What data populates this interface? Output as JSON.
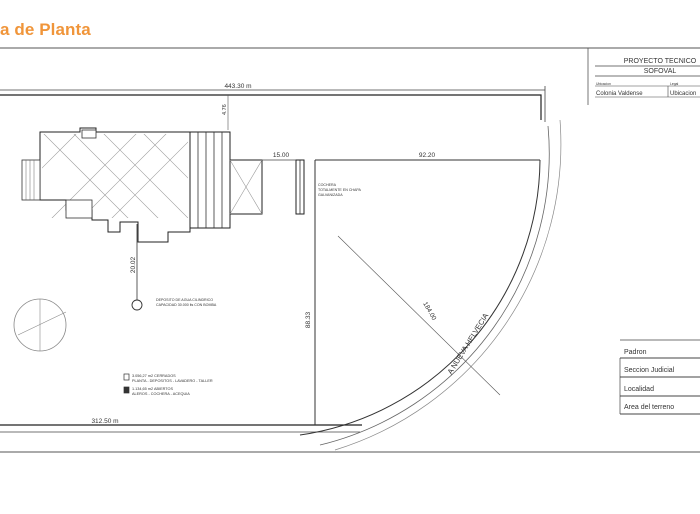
{
  "header": {
    "title": "a de Planta"
  },
  "plan": {
    "dim_top": "443.30 m",
    "dim_top_small": "4.76",
    "dim_mid_left": "15.00",
    "dim_mid_right": "92.20",
    "dim_vertical_left": "20.02",
    "dim_vertical_center": "88.33",
    "dim_diagonal": "184.00",
    "dim_bottom": "312.50 m",
    "road_label": "A NUEVA HELVECIA",
    "shed_note": [
      "COCHERA",
      "TOTALMENTE EN CHAPA",
      "GALVANIZADA"
    ],
    "tank_note": [
      "DEPOSITO DE AGUA CILINDRICO",
      "CAPACIDAD 30.000 lts CON BOMBA"
    ],
    "legend": [
      {
        "text_1": "3.056,27 m2 CERRADOS",
        "text_2": "PLANTA - DEPOSITOS - LAVADERO - TALLER"
      },
      {
        "text_1": "1.134,65 m2 ABIERTOS",
        "text_2": "ALEROS - COCHERA - ACEQUIA"
      }
    ]
  },
  "title_block": {
    "project_title": "PROYECTO TECNICO",
    "company": "SOFOVAL",
    "owner_label": "Ubicacion",
    "owner_value": "Colonia Valdense",
    "right_label": "Legal",
    "right_value": "Ubicacion",
    "fields": [
      "Padron",
      "Seccion Judicial",
      "Localidad",
      "Area del terreno"
    ]
  }
}
